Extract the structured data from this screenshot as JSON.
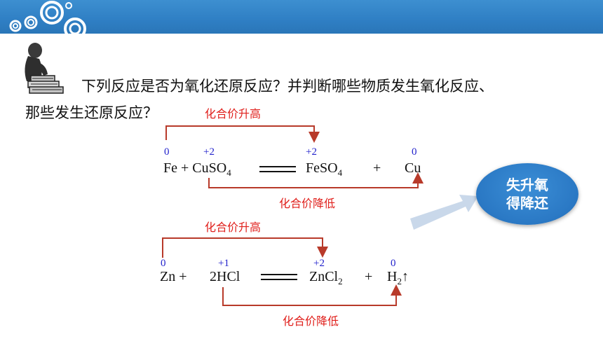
{
  "question": {
    "line1": "下列反应是否为氧化还原反应？并判断哪些物质发生氧化反应、",
    "line2": "那些发生还原反应？"
  },
  "reaction1": {
    "rise_label": "化合价升高",
    "fall_label": "化合价降低",
    "fe_val": "0",
    "cu_reactant_val": "+2",
    "fe_product_val": "+2",
    "cu_product_val": "0",
    "fe": "Fe + CuSO",
    "sub4a": "4",
    "feso": "FeSO",
    "sub4b": "4",
    "plus": "+",
    "cu": "Cu"
  },
  "reaction2": {
    "rise_label": "化合价升高",
    "fall_label": "化合价降低",
    "zn_val": "0",
    "h_reactant_val": "+1",
    "zn_product_val": "+2",
    "h_product_val": "0",
    "zn": "Zn +",
    "hcl": "2HCl",
    "zncl": "ZnCl",
    "sub2a": "2",
    "plus": "+",
    "h": "H",
    "sub2b": "2",
    "arrow": "↑"
  },
  "badge": {
    "line1": "失升氧",
    "line2": "得降还"
  },
  "colors": {
    "header": "#2f7fc4",
    "bracket": "#b83a2a",
    "red_text": "#e0201c",
    "valence_blue": "#2222cc",
    "badge": "#2a78c4"
  }
}
